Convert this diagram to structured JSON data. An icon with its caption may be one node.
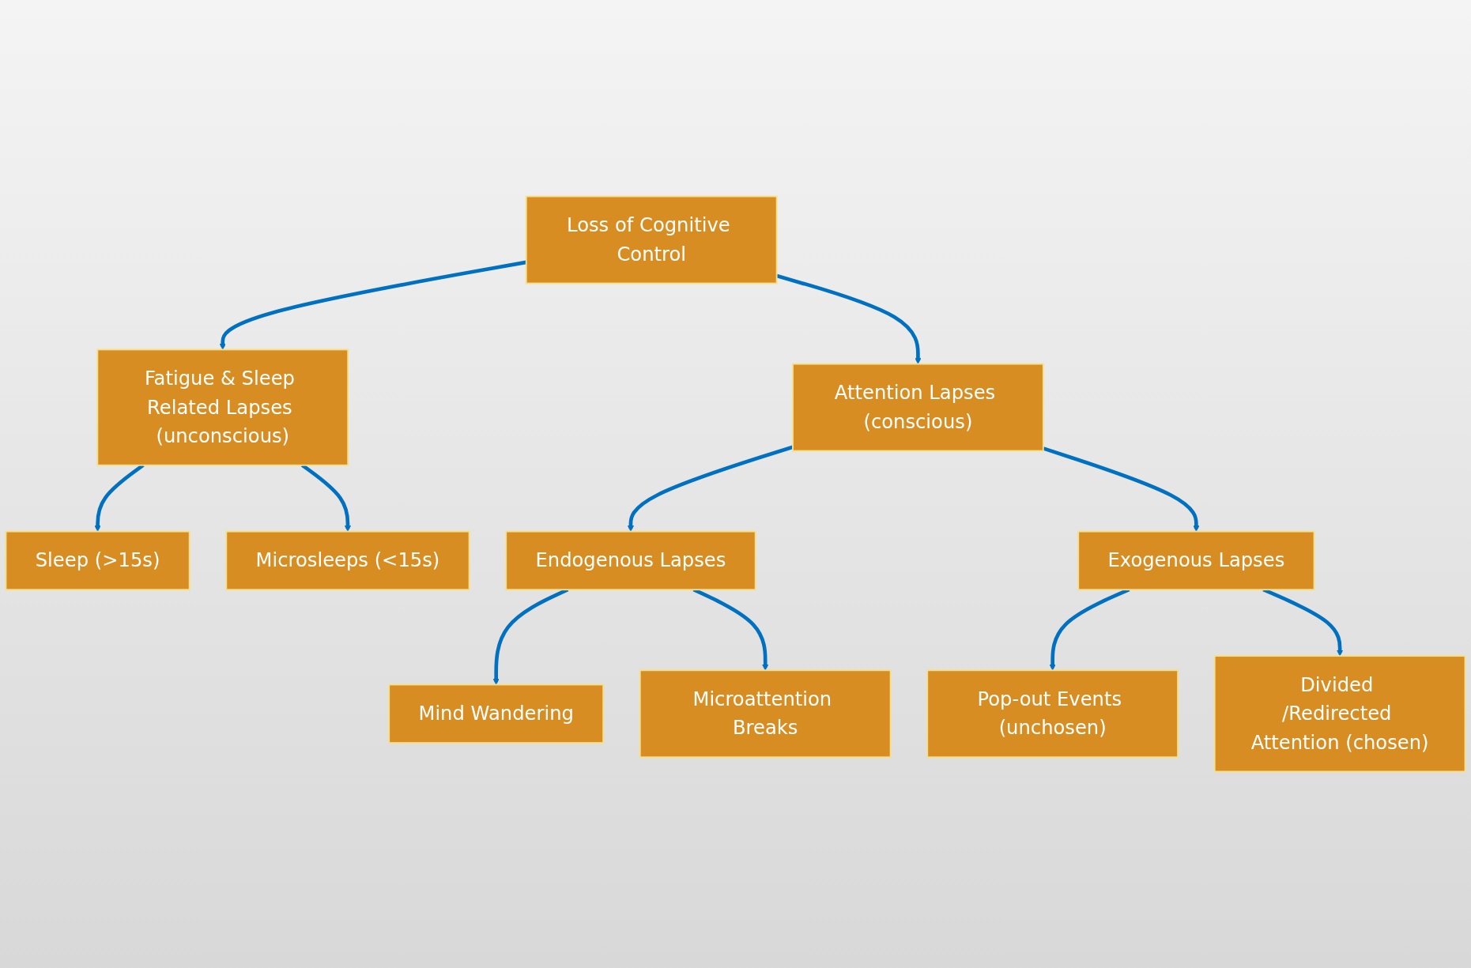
{
  "diagram": {
    "nodes": [
      {
        "text": [
          "Loss of Cognitive Control"
        ]
      },
      {
        "text": [
          "Fatigue & Sleep Related Lapses (unconscious)"
        ]
      },
      {
        "text": [
          "Attention Lapses (conscious)"
        ]
      },
      {
        "text": [
          "Sleep (>15s)"
        ]
      },
      {
        "text": [
          "Microsleeps (<15s)"
        ]
      },
      {
        "text": [
          "Endogenous Lapses"
        ]
      },
      {
        "text": [
          "Exogenous Lapses"
        ]
      },
      {
        "text": [
          "Mind Wandering"
        ]
      },
      {
        "text": [
          "Microattention Breaks"
        ]
      },
      {
        "text": [
          "Pop-out Events (unchosen)"
        ]
      },
      {
        "text": [
          "Divided /Redirected Attention (chosen)"
        ]
      }
    ],
    "edges": [
      {
        "from": 0,
        "to": 1,
        "arrow": "to"
      },
      {
        "from": 0,
        "to": 2,
        "arrow": "to"
      },
      {
        "from": 1,
        "to": 3,
        "arrow": "to"
      },
      {
        "from": 1,
        "to": 4,
        "arrow": "to"
      },
      {
        "from": 2,
        "to": 5,
        "arrow": "to"
      },
      {
        "from": 2,
        "to": 6,
        "arrow": "to"
      },
      {
        "from": 5,
        "to": 7,
        "arrow": "to"
      },
      {
        "from": 5,
        "to": 8,
        "arrow": "to"
      },
      {
        "from": 6,
        "to": 9,
        "arrow": "to"
      },
      {
        "from": 6,
        "to": 10,
        "arrow": "to"
      }
    ]
  }
}
